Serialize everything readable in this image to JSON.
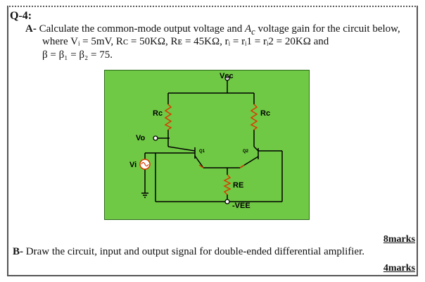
{
  "question": {
    "title": "Q-4:",
    "part_a": {
      "label": "A-",
      "line1": "Calculate the common-mode output voltage and",
      "ac_symbol": "A",
      "ac_sub": "c",
      "line1_end": "voltage gain for the circuit below,",
      "line2": "where Vᵢ = 5mV, Rᴄ = 50KΩ, Rᴇ = 45KΩ, rᵢ = rᵢ1 = rᵢ2 = 20KΩ and",
      "line3": "β = β₁ = β₂ = 75."
    },
    "part_b": {
      "label": "B-",
      "text": "Draw the circuit, input and output signal for double-ended differential amplifier."
    },
    "marks_a": "8marks",
    "marks_b": "4marks"
  },
  "circuit": {
    "background": "#6fc944",
    "labels": {
      "vcc": "Vcc",
      "rc_left": "Rc",
      "rc_right": "Rc",
      "vo": "Vo",
      "q1": "Q1",
      "q2": "Q2",
      "vi": "Vi",
      "re": "RE",
      "vee": "-VEE"
    }
  }
}
